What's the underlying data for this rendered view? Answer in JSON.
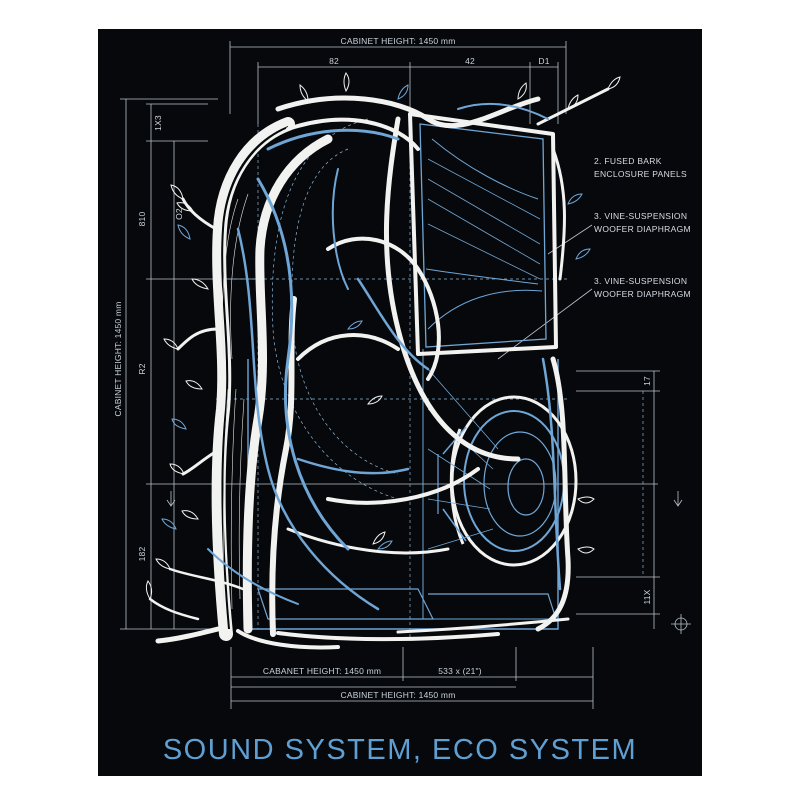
{
  "title": "SOUND SYSTEM, ECO SYSTEM",
  "dimensions": {
    "top_label": "CABINET HEIGHT: 1450 mm",
    "top_seg_1": "82",
    "top_seg_2": "42",
    "top_seg_3": "D1",
    "left_label": "CABINET HEIGHT: 1450 mm",
    "left_seg_1": "1X3",
    "left_seg_2": "810",
    "left_seg_3": "O2",
    "left_seg_4": "R2",
    "left_seg_5": "182",
    "bottom_label_1": "CABANET HEIGHT: 1450 mm",
    "bottom_label_2": "533 x (21\")",
    "bottom_label_3": "CABINET HEIGHT: 1450 mm",
    "right_seg_1": "17",
    "right_seg_2": "11X"
  },
  "callouts": [
    {
      "line1": "2. FUSED BARK",
      "line2": "ENCLOSURE PANELS"
    },
    {
      "line1": "3. VINE-SUSPENSION",
      "line2": "WOOFER DIAPHRAGM"
    },
    {
      "line1": "3. VINE-SUSPENSION",
      "line2": "WOOFER DIAPHRAGM"
    }
  ],
  "colors": {
    "background": "#06080b",
    "title": "#5f9fd2",
    "blueprint_blue": "#6fa6d6",
    "line_white": "#f2f2f0"
  }
}
